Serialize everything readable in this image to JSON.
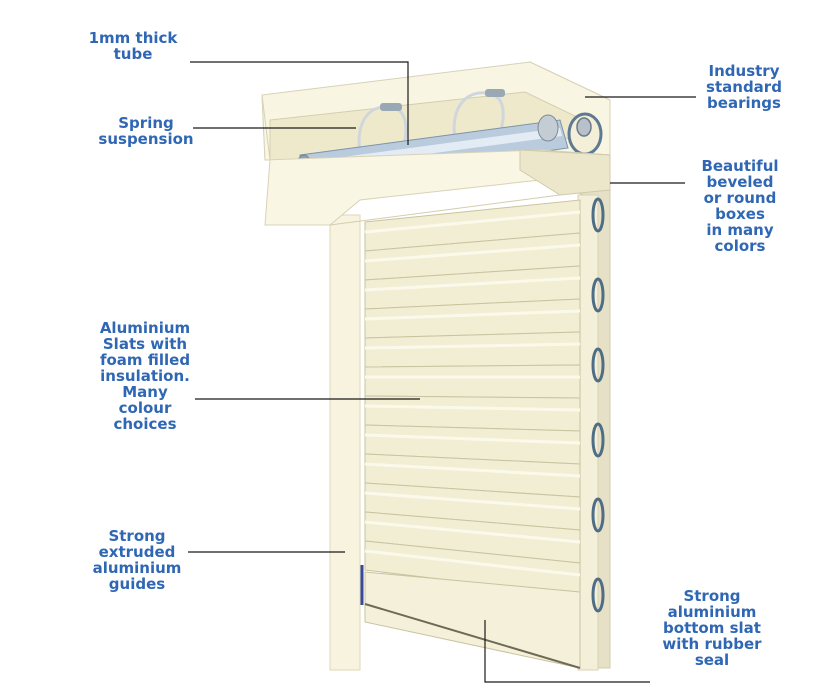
{
  "colors": {
    "label_text": "#2f67b5",
    "frame": "#f6f2dc",
    "frame_shadow": "#ddd8bd",
    "slat": "#f2eed3",
    "slat_edge": "#c9c3a0",
    "tube": "#9fb6cc",
    "guide_end": "#4f6e86",
    "leader_line": "#1a1a1a"
  },
  "labels": {
    "tube": [
      "1mm thick",
      "tube"
    ],
    "spring": [
      "Spring",
      "suspension"
    ],
    "bearings": [
      "Industry",
      "standard",
      "bearings"
    ],
    "boxes": [
      "Beautiful",
      "beveled",
      "or round",
      "boxes",
      "in many",
      "colors"
    ],
    "slats": [
      "Aluminium",
      "Slats with",
      "foam filled",
      "insulation.",
      "Many",
      "colour",
      "choices"
    ],
    "guides": [
      "Strong",
      "extruded",
      "aluminium",
      "guides"
    ],
    "bottom_slat": [
      "Strong",
      "aluminium",
      "bottom slat",
      "with rubber",
      "seal"
    ]
  }
}
